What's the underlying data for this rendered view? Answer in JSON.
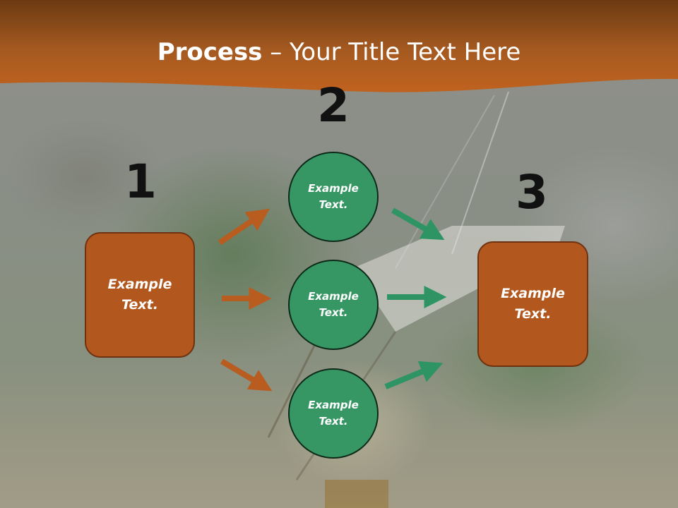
{
  "slide": {
    "title_bold": "Process",
    "title_rest": " – Your Title Text Here"
  },
  "steps": [
    {
      "number": "1"
    },
    {
      "number": "2"
    },
    {
      "number": "3"
    }
  ],
  "boxes": {
    "left": "Example\nText.",
    "right": "Example\nText."
  },
  "circles": {
    "top": "Example\nText.",
    "middle": "Example\nText.",
    "bottom": "Example\nText."
  },
  "colors": {
    "header_orange": "#c0621f",
    "box_fill": "#b2571d",
    "circle_fill": "#379764",
    "arrow_orange": "#b85c1f",
    "arrow_green": "#2f9464"
  }
}
